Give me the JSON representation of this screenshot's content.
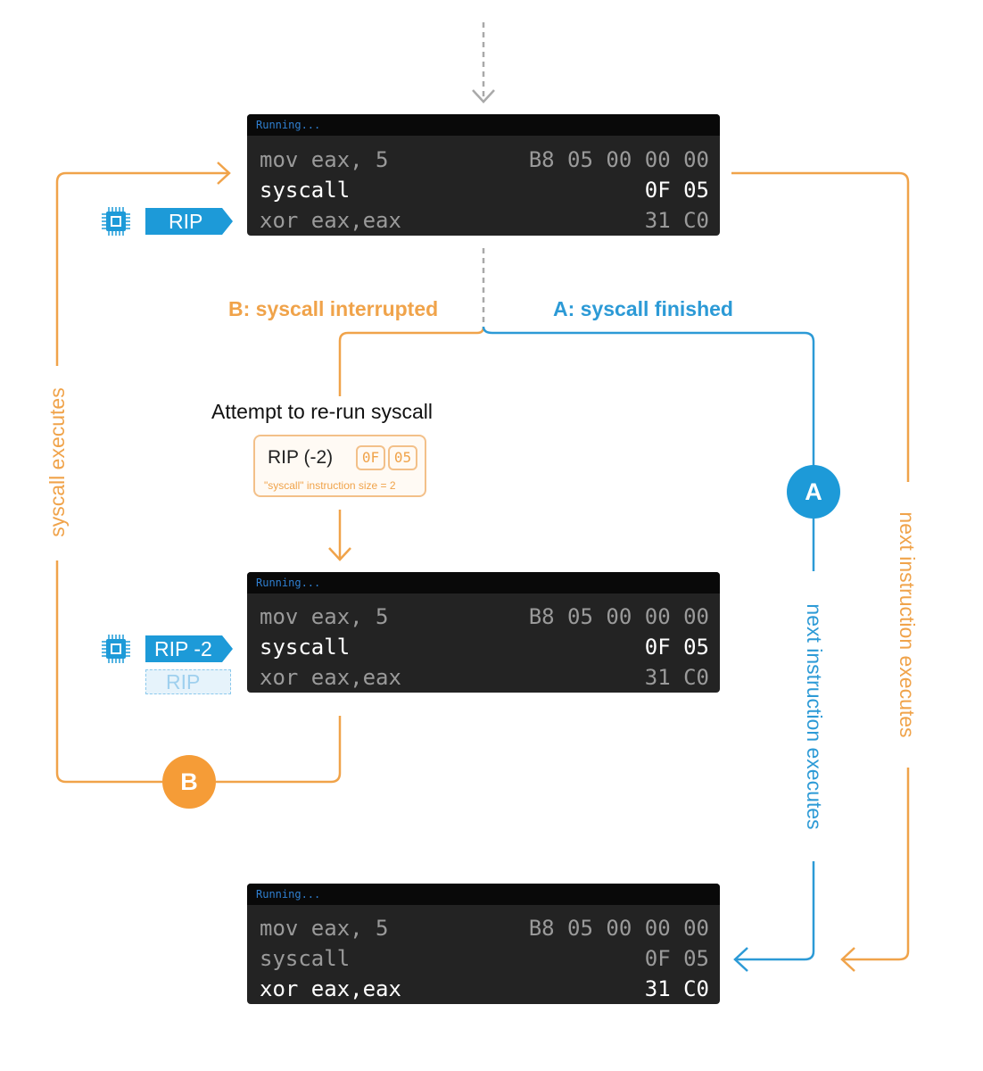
{
  "terminals": [
    {
      "status": "Running...",
      "rows": [
        {
          "instr": "mov eax, 5",
          "bytes": "B8 05 00 00 00",
          "highlight": false
        },
        {
          "instr": "syscall",
          "bytes": "0F 05",
          "highlight": true
        },
        {
          "instr": "xor eax,eax",
          "bytes": "31 C0",
          "highlight": false
        }
      ]
    },
    {
      "status": "Running...",
      "rows": [
        {
          "instr": "mov eax, 5",
          "bytes": "B8 05 00 00 00",
          "highlight": false
        },
        {
          "instr": "syscall",
          "bytes": "0F 05",
          "highlight": true
        },
        {
          "instr": "xor eax,eax",
          "bytes": "31 C0",
          "highlight": false
        }
      ]
    },
    {
      "status": "Running...",
      "rows": [
        {
          "instr": "mov eax, 5",
          "bytes": "B8 05 00 00 00",
          "highlight": false
        },
        {
          "instr": "syscall",
          "bytes": "0F 05",
          "highlight": false
        },
        {
          "instr": "xor eax,eax",
          "bytes": "31 C0",
          "highlight": true
        }
      ]
    }
  ],
  "labels": {
    "interrupted": "B: syscall interrupted",
    "finished": "A: syscall finished",
    "attempt": "Attempt to re-run syscall",
    "syscall_executes": "syscall executes",
    "next_exec_blue": "next instruction executes",
    "next_exec_orange": "next instruction executes"
  },
  "rip_box": {
    "label": "RIP (-2)",
    "bytes": [
      "0F",
      "05"
    ],
    "caption": "\"syscall\" instruction size = 2"
  },
  "rip_tags": {
    "top": "RIP",
    "middle": "RIP -2",
    "ghost": "RIP"
  },
  "markers": {
    "a": "A",
    "b": "B"
  },
  "icons": {
    "cpu": "cpu-chip-icon"
  },
  "colors": {
    "orange": "#f0a34a",
    "blue": "#1d9ad8",
    "terminal_bg": "#232323",
    "terminal_bar": "#090909"
  }
}
